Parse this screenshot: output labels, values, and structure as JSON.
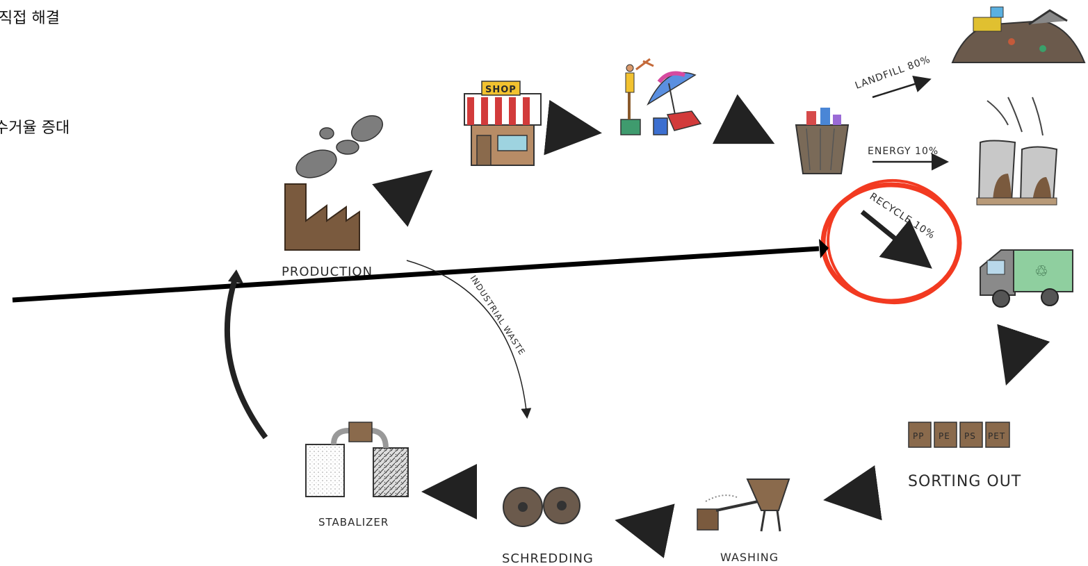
{
  "slide_text": {
    "line1": "직접 해결",
    "line2": "수거율 증대"
  },
  "labels": {
    "production": "PRODUCTION",
    "shop_sign": "SHOP",
    "industrial_waste": "INDUSTRIAL WASTE",
    "landfill": "LANDFILL 80%",
    "energy": "ENERGY 10%",
    "recycle": "RECYCLE 10%",
    "sorting_out": "SORTING OUT",
    "washing": "WASHING",
    "schredding": "SCHREDDING",
    "stabalizer": "STABALIZER",
    "bin_pp": "PP",
    "bin_pe": "PE",
    "bin_ps": "PS",
    "bin_pet": "PET"
  },
  "colors": {
    "highlight_circle": "#f23a21",
    "pointer_line": "#000000",
    "factory_brown": "#7a5a3e",
    "smoke_grey": "#7d7d7d",
    "truck_green": "#8fcf9f",
    "shop_red": "#d23b3b"
  }
}
